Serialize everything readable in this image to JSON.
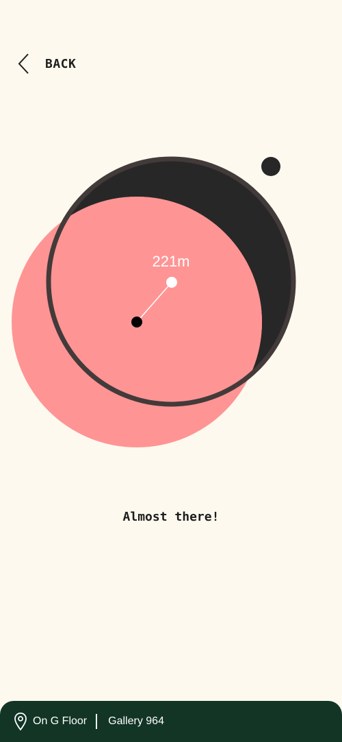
{
  "header": {
    "back_label": "BACK"
  },
  "proximity": {
    "distance_label": "221m"
  },
  "status": {
    "message": "Almost there!"
  },
  "location_bar": {
    "floor": "On G Floor",
    "gallery": "Gallery 964"
  },
  "colors": {
    "background": "#fdf9ee",
    "user_circle": "#ff9494",
    "target_circle": "#282727",
    "target_ring": "#433a3a",
    "location_bar": "#123526"
  },
  "icons": {
    "back": "chevron-left-icon",
    "location": "map-pin-icon"
  }
}
